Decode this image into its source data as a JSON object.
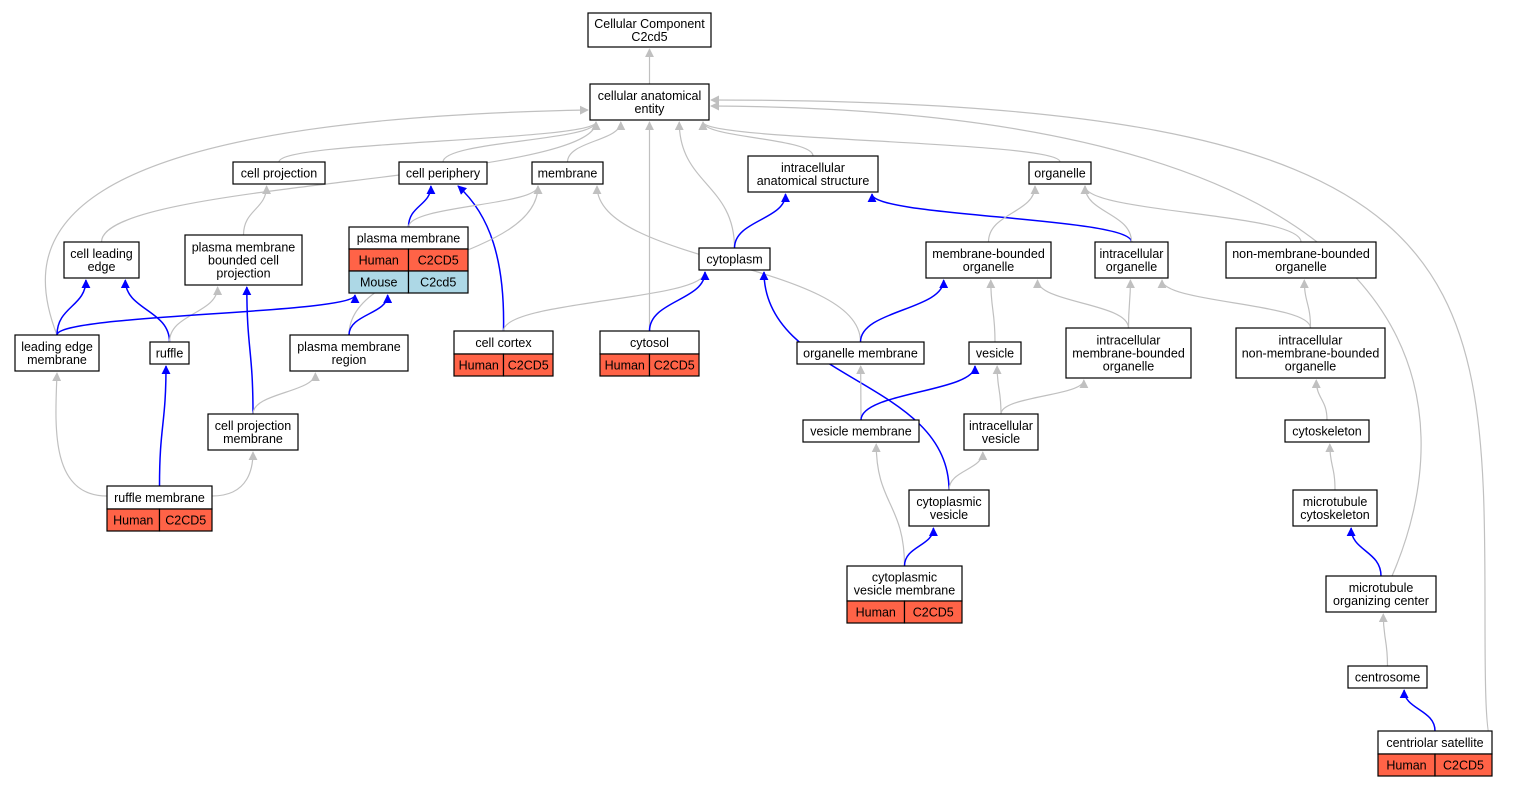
{
  "colors": {
    "human": "#ff6347",
    "mouse": "#add8e6",
    "direct_edge": "#0000ff",
    "inferred_edge": "#c0c0c0",
    "node_border": "#000000",
    "background": "#ffffff"
  },
  "nodes": [
    {
      "id": "root",
      "lines": [
        "Cellular Component",
        "C2cd5"
      ]
    },
    {
      "id": "cae",
      "lines": [
        "cellular anatomical",
        "entity"
      ]
    },
    {
      "id": "cellproj",
      "lines": [
        "cell projection"
      ]
    },
    {
      "id": "cellper",
      "lines": [
        "cell periphery"
      ]
    },
    {
      "id": "membrane",
      "lines": [
        "membrane"
      ]
    },
    {
      "id": "ias",
      "lines": [
        "intracellular",
        "anatomical structure"
      ]
    },
    {
      "id": "organelle",
      "lines": [
        "organelle"
      ]
    },
    {
      "id": "cle",
      "lines": [
        "cell leading",
        "edge"
      ]
    },
    {
      "id": "pmbcp",
      "lines": [
        "plasma membrane",
        "bounded cell",
        "projection"
      ]
    },
    {
      "id": "pm",
      "lines": [
        "plasma membrane"
      ],
      "annotations": [
        {
          "species": "Human",
          "gene": "C2CD5"
        },
        {
          "species": "Mouse",
          "gene": "C2cd5"
        }
      ]
    },
    {
      "id": "cytoplasm",
      "lines": [
        "cytoplasm"
      ]
    },
    {
      "id": "mbo",
      "lines": [
        "membrane-bounded",
        "organelle"
      ]
    },
    {
      "id": "io",
      "lines": [
        "intracellular",
        "organelle"
      ]
    },
    {
      "id": "nmbo",
      "lines": [
        "non-membrane-bounded",
        "organelle"
      ]
    },
    {
      "id": "lem",
      "lines": [
        "leading edge",
        "membrane"
      ]
    },
    {
      "id": "ruffle",
      "lines": [
        "ruffle"
      ]
    },
    {
      "id": "pmr",
      "lines": [
        "plasma membrane",
        "region"
      ]
    },
    {
      "id": "cortex",
      "lines": [
        "cell cortex"
      ],
      "annotations": [
        {
          "species": "Human",
          "gene": "C2CD5"
        }
      ]
    },
    {
      "id": "cytosol",
      "lines": [
        "cytosol"
      ],
      "annotations": [
        {
          "species": "Human",
          "gene": "C2CD5"
        }
      ]
    },
    {
      "id": "om",
      "lines": [
        "organelle membrane"
      ]
    },
    {
      "id": "vesicle",
      "lines": [
        "vesicle"
      ]
    },
    {
      "id": "imbo",
      "lines": [
        "intracellular",
        "membrane-bounded",
        "organelle"
      ]
    },
    {
      "id": "inmbo",
      "lines": [
        "intracellular",
        "non-membrane-bounded",
        "organelle"
      ]
    },
    {
      "id": "cpm",
      "lines": [
        "cell projection",
        "membrane"
      ]
    },
    {
      "id": "vm",
      "lines": [
        "vesicle membrane"
      ]
    },
    {
      "id": "iv",
      "lines": [
        "intracellular",
        "vesicle"
      ]
    },
    {
      "id": "cytoskel",
      "lines": [
        "cytoskeleton"
      ]
    },
    {
      "id": "rm",
      "lines": [
        "ruffle membrane"
      ],
      "annotations": [
        {
          "species": "Human",
          "gene": "C2CD5"
        }
      ]
    },
    {
      "id": "cv",
      "lines": [
        "cytoplasmic",
        "vesicle"
      ]
    },
    {
      "id": "mtcs",
      "lines": [
        "microtubule",
        "cytoskeleton"
      ]
    },
    {
      "id": "cvm",
      "lines": [
        "cytoplasmic",
        "vesicle membrane"
      ],
      "annotations": [
        {
          "species": "Human",
          "gene": "C2CD5"
        }
      ]
    },
    {
      "id": "mtoc",
      "lines": [
        "microtubule",
        "organizing center"
      ]
    },
    {
      "id": "centrosome",
      "lines": [
        "centrosome"
      ]
    },
    {
      "id": "cs",
      "lines": [
        "centriolar satellite"
      ],
      "annotations": [
        {
          "species": "Human",
          "gene": "C2CD5"
        }
      ]
    }
  ],
  "edges": [
    {
      "from": "cae",
      "to": "root",
      "type": "inferred"
    },
    {
      "from": "cellproj",
      "to": "cae",
      "type": "inferred"
    },
    {
      "from": "cellper",
      "to": "cae",
      "type": "inferred"
    },
    {
      "from": "membrane",
      "to": "cae",
      "type": "inferred"
    },
    {
      "from": "ias",
      "to": "cae",
      "type": "inferred"
    },
    {
      "from": "organelle",
      "to": "cae",
      "type": "inferred"
    },
    {
      "from": "cle",
      "to": "cae",
      "type": "inferred"
    },
    {
      "from": "lem",
      "to": "cae",
      "type": "inferred"
    },
    {
      "from": "cytoplasm",
      "to": "cae",
      "type": "inferred"
    },
    {
      "from": "cytosol",
      "to": "cae",
      "type": "inferred"
    },
    {
      "from": "mtoc",
      "to": "cae",
      "type": "inferred"
    },
    {
      "from": "cs",
      "to": "cae",
      "type": "inferred"
    },
    {
      "from": "pmbcp",
      "to": "cellproj",
      "type": "inferred"
    },
    {
      "from": "pm",
      "to": "cellper",
      "type": "direct"
    },
    {
      "from": "cortex",
      "to": "cellper",
      "type": "direct"
    },
    {
      "from": "pm",
      "to": "membrane",
      "type": "inferred"
    },
    {
      "from": "pmr",
      "to": "membrane",
      "type": "inferred"
    },
    {
      "from": "om",
      "to": "membrane",
      "type": "inferred"
    },
    {
      "from": "cytoplasm",
      "to": "ias",
      "type": "direct"
    },
    {
      "from": "io",
      "to": "ias",
      "type": "direct"
    },
    {
      "from": "mbo",
      "to": "organelle",
      "type": "inferred"
    },
    {
      "from": "io",
      "to": "organelle",
      "type": "inferred"
    },
    {
      "from": "nmbo",
      "to": "organelle",
      "type": "inferred"
    },
    {
      "from": "lem",
      "to": "cle",
      "type": "direct"
    },
    {
      "from": "ruffle",
      "to": "cle",
      "type": "direct"
    },
    {
      "from": "ruffle",
      "to": "pmbcp",
      "type": "inferred"
    },
    {
      "from": "cpm",
      "to": "pmbcp",
      "type": "direct"
    },
    {
      "from": "lem",
      "to": "pm",
      "type": "direct"
    },
    {
      "from": "pmr",
      "to": "pm",
      "type": "direct"
    },
    {
      "from": "cortex",
      "to": "cytoplasm",
      "type": "inferred"
    },
    {
      "from": "cytosol",
      "to": "cytoplasm",
      "type": "direct"
    },
    {
      "from": "cv",
      "to": "cytoplasm",
      "type": "direct"
    },
    {
      "from": "om",
      "to": "mbo",
      "type": "direct"
    },
    {
      "from": "vesicle",
      "to": "mbo",
      "type": "inferred"
    },
    {
      "from": "imbo",
      "to": "mbo",
      "type": "inferred"
    },
    {
      "from": "imbo",
      "to": "io",
      "type": "inferred"
    },
    {
      "from": "inmbo",
      "to": "io",
      "type": "inferred"
    },
    {
      "from": "inmbo",
      "to": "nmbo",
      "type": "inferred"
    },
    {
      "from": "rm",
      "to": "lem",
      "type": "inferred"
    },
    {
      "from": "rm",
      "to": "ruffle",
      "type": "direct"
    },
    {
      "from": "cpm",
      "to": "pmr",
      "type": "inferred"
    },
    {
      "from": "vm",
      "to": "om",
      "type": "inferred"
    },
    {
      "from": "vm",
      "to": "vesicle",
      "type": "direct"
    },
    {
      "from": "iv",
      "to": "vesicle",
      "type": "inferred"
    },
    {
      "from": "iv",
      "to": "imbo",
      "type": "inferred"
    },
    {
      "from": "cytoskel",
      "to": "inmbo",
      "type": "inferred"
    },
    {
      "from": "rm",
      "to": "cpm",
      "type": "inferred"
    },
    {
      "from": "cvm",
      "to": "vm",
      "type": "inferred"
    },
    {
      "from": "cv",
      "to": "iv",
      "type": "inferred"
    },
    {
      "from": "mtcs",
      "to": "cytoskel",
      "type": "inferred"
    },
    {
      "from": "cvm",
      "to": "cv",
      "type": "direct"
    },
    {
      "from": "mtoc",
      "to": "mtcs",
      "type": "direct"
    },
    {
      "from": "centrosome",
      "to": "mtoc",
      "type": "inferred"
    },
    {
      "from": "cs",
      "to": "centrosome",
      "type": "direct"
    }
  ]
}
